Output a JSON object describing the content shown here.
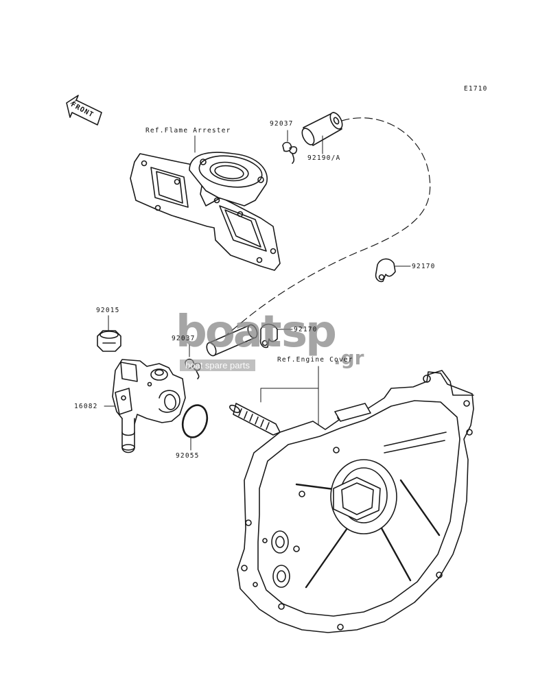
{
  "drawing_code": "E1710",
  "front_label": "FRONT",
  "reference_labels": {
    "flame_arrester": "Ref.Flame Arrester",
    "engine_cover": "Ref.Engine Cover"
  },
  "parts": [
    {
      "id": "part-92037-upper",
      "number": "92037"
    },
    {
      "id": "part-92190a",
      "number": "92190/A"
    },
    {
      "id": "part-92170-right",
      "number": "92170"
    },
    {
      "id": "part-92015",
      "number": "92015"
    },
    {
      "id": "part-92037-lower",
      "number": "92037"
    },
    {
      "id": "part-92170-center",
      "number": "92170"
    },
    {
      "id": "part-16082",
      "number": "16082"
    },
    {
      "id": "part-92055",
      "number": "92055"
    }
  ],
  "watermark": {
    "brand_left": "boat",
    "brand_right": "sp",
    "tld": ".gr",
    "tagline": "boat spare parts",
    "color": "#8c8c8c"
  }
}
